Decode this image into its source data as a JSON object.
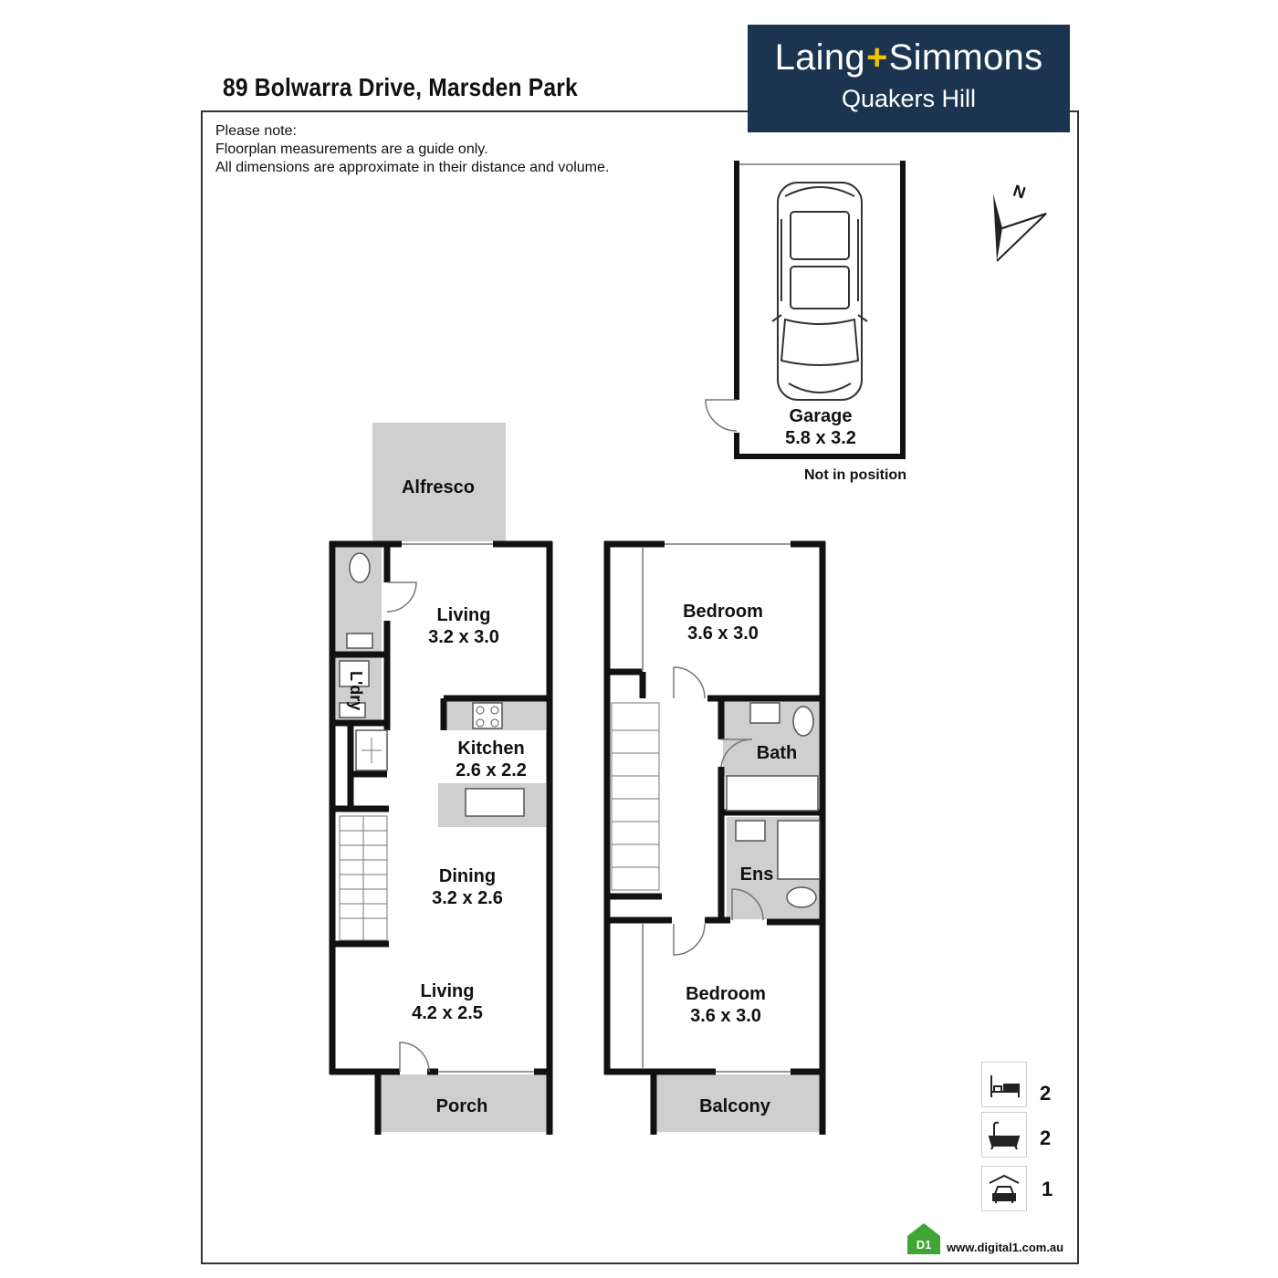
{
  "header": {
    "address": "89 Bolwarra Drive, Marsden Park",
    "brand_name_left": "Laing",
    "brand_plus": "+",
    "brand_name_right": "Simmons",
    "brand_office": "Quakers Hill"
  },
  "notes": [
    "Please note:",
    "Floorplan measurements are a guide only.",
    "All dimensions are approximate in their distance and volume."
  ],
  "compass": {
    "label": "N"
  },
  "garage": {
    "name": "Garage",
    "size": "5.8 x 3.2",
    "note": "Not in position"
  },
  "ground_floor": {
    "alfresco": "Alfresco",
    "living_top": {
      "name": "Living",
      "size": "3.2 x 3.0"
    },
    "laundry": "L'dry",
    "kitchen": {
      "name": "Kitchen",
      "size": "2.6 x 2.2"
    },
    "dining": {
      "name": "Dining",
      "size": "3.2 x 2.6"
    },
    "living_bottom": {
      "name": "Living",
      "size": "4.2 x 2.5"
    },
    "porch": "Porch"
  },
  "first_floor": {
    "bedroom_top": {
      "name": "Bedroom",
      "size": "3.6 x 3.0"
    },
    "bath": "Bath",
    "ensuite": "Ens",
    "bedroom_bottom": {
      "name": "Bedroom",
      "size": "3.6 x 3.0"
    },
    "balcony": "Balcony"
  },
  "features": [
    {
      "icon": "bed-icon",
      "count": "2"
    },
    {
      "icon": "bathtub-icon",
      "count": "2"
    },
    {
      "icon": "car-icon",
      "count": "1"
    }
  ],
  "footer": {
    "logo_text": "D1",
    "website": "www.digital1.com.au"
  },
  "colors": {
    "brand": "#1b3550",
    "plus": "#f2c200",
    "wet_area": "#cfcfcf",
    "logo_green": "#3fa535"
  }
}
